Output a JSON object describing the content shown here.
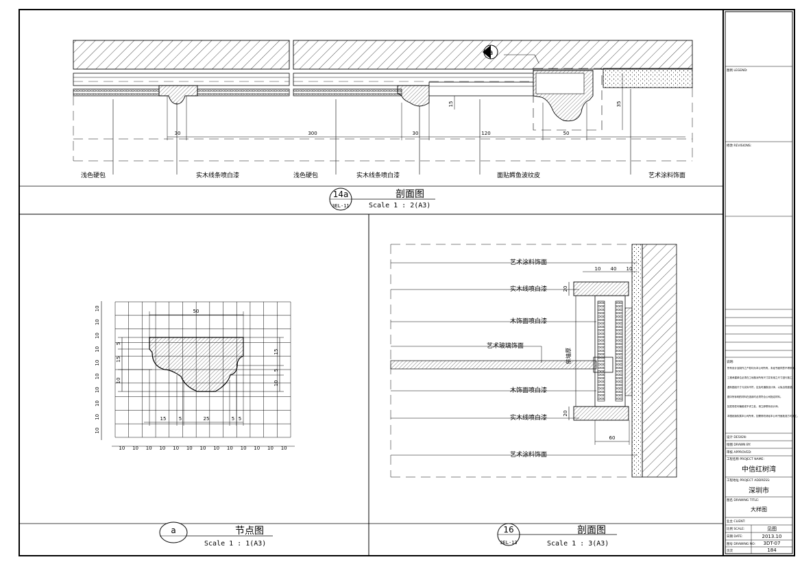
{
  "section_14a": {
    "bubble_num": "14a",
    "bubble_ref": "3EL-11",
    "title": "剖面图",
    "scale": "Scale 1 : 2(A3)",
    "callout_letter": "a",
    "labels": [
      "浅色硬包",
      "实木线条喷白漆",
      "浅色硬包",
      "实木线条喷白漆",
      "面贴鳄鱼波纹皮",
      "艺术涂料饰面"
    ],
    "dims": [
      "30",
      "300",
      "30",
      "120",
      "50",
      "15",
      "35"
    ]
  },
  "detail_a": {
    "bubble_letter": "a",
    "title": "节点图",
    "scale": "Scale 1 : 1(A3)",
    "dims_top": [
      "50"
    ],
    "dims_bottom_inner": [
      "15",
      "5",
      "25",
      "5",
      "5"
    ],
    "dims_bottom_grid": [
      "10",
      "10",
      "10",
      "10",
      "10",
      "10",
      "10",
      "10",
      "10",
      "10",
      "10",
      "10",
      "10"
    ],
    "dims_left_grid": [
      "10",
      "10",
      "10",
      "10",
      "10",
      "10",
      "10",
      "10",
      "10",
      "10"
    ],
    "dims_left_inner": [
      "5",
      "15",
      "10"
    ],
    "dims_right_inner": [
      "15",
      "5",
      "10"
    ]
  },
  "section_16": {
    "bubble_num": "16",
    "bubble_ref": "3EL-13",
    "title": "剖面图",
    "scale": "Scale 1 : 3(A3)",
    "labels": [
      "艺术涂料饰面",
      "实木线喷白漆",
      "木饰面喷白漆",
      "艺术玻璃饰面",
      "木饰面喷白漆",
      "实木线喷白漆",
      "艺术涂料饰面"
    ],
    "vertical_label": "依墙厚",
    "dims": [
      "10",
      "40",
      "10",
      "20",
      "20",
      "60"
    ]
  },
  "title_block": {
    "legend": "图例 LEGEND:",
    "revisions": "修改 REVISIONS:",
    "notes_head": "说明:",
    "notes": [
      "所有设计及制作之产权均为本公司所有，未经书面同意不得采用。",
      "工程承建单位必须在工地核对所有尺寸并采用之尺寸进行施工。",
      "遇有图纸尺寸与实际不符，应及时通报设计师，以免出现差错。",
      "图中所标明的材料在选用时必须符合公司指定材料。",
      "如发现任何偏差或不详之处，请立即联系设计师。",
      "本图纸版权属本公司所有，如需修改请经本公司书面批准方可施工。"
    ],
    "design": "设计 DESIGN:",
    "drawn": "绘图 DRAWN BY:",
    "approved": "审核 APPROVED:",
    "project_label": "工程名称 PROJECT NAME:",
    "project": "中信红树湾",
    "address_label": "工程地址 PROJECT ADDRESS:",
    "address": "深圳市",
    "drawing_title_label": "图名 DRAWING TITLE:",
    "drawing_title": "大样图",
    "client": "业主 CLIENT:",
    "scale_label": "比例 SCALE:",
    "scale": "见图",
    "date_label": "日期 DATE:",
    "date": "2013.10",
    "drawing_no_label": "图号 DRAWING NO:",
    "drawing_no": "3DT-07",
    "page_label": "页次",
    "page": "184"
  }
}
